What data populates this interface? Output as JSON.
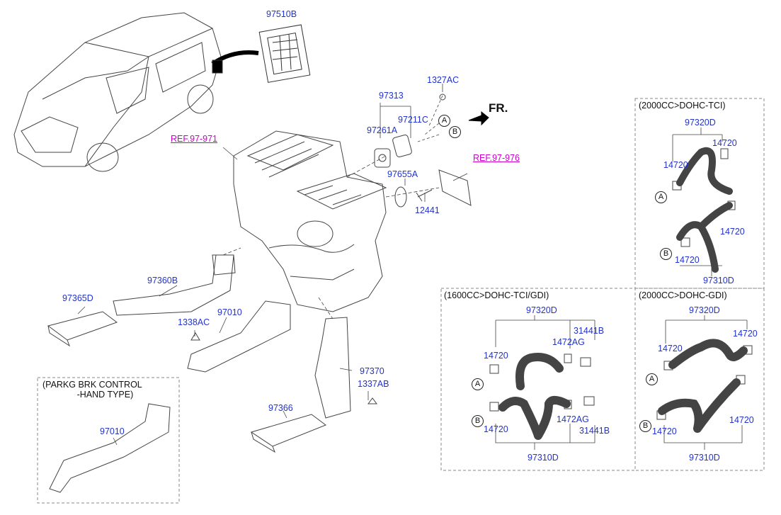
{
  "part_labels": {
    "p97510B": "97510B",
    "p97313": "97313",
    "p1327AC": "1327AC",
    "p97211C": "97211C",
    "p97261A": "97261A",
    "p97655A": "97655A",
    "p12441": "12441",
    "p97360B": "97360B",
    "p97365D": "97365D",
    "p97010_main": "97010",
    "p1338AC": "1338AC",
    "p97370": "97370",
    "p1337AB": "1337AB",
    "p97366": "97366",
    "p97010_inset": "97010",
    "t1_97320D": "97320D",
    "t1_14720_a": "14720",
    "t1_14720_b": "14720",
    "t1_14720_c": "14720",
    "t1_14720_d": "14720",
    "t1_97310D": "97310D",
    "g16_97320D": "97320D",
    "g16_31441B_a": "31441B",
    "g16_1472AG_a": "1472AG",
    "g16_14720_a": "14720",
    "g16_14720_b": "14720",
    "g16_1472AG_b": "1472AG",
    "g16_31441B_b": "31441B",
    "g16_97310D": "97310D",
    "g20_97320D": "97320D",
    "g20_14720_a": "14720",
    "g20_14720_b": "14720",
    "g20_14720_c": "14720",
    "g20_14720_d": "14720",
    "g20_97310D": "97310D"
  },
  "references": {
    "ref_971": "REF.97-971",
    "ref_976": "REF.97-976"
  },
  "direction": "FR.",
  "markers": {
    "a": "A",
    "b": "B"
  },
  "panels": {
    "tci_2000": "(2000CC>DOHC-TCI)",
    "tci_gdi_1600": "(1600CC>DOHC-TCI/GDI)",
    "gdi_2000": "(2000CC>DOHC-GDI)",
    "parking_brake": "(PARKG BRK CONTROL\n              -HAND TYPE)"
  },
  "colors": {
    "label": "#2233cc",
    "reference": "#cc00cc",
    "line": "#333333"
  }
}
